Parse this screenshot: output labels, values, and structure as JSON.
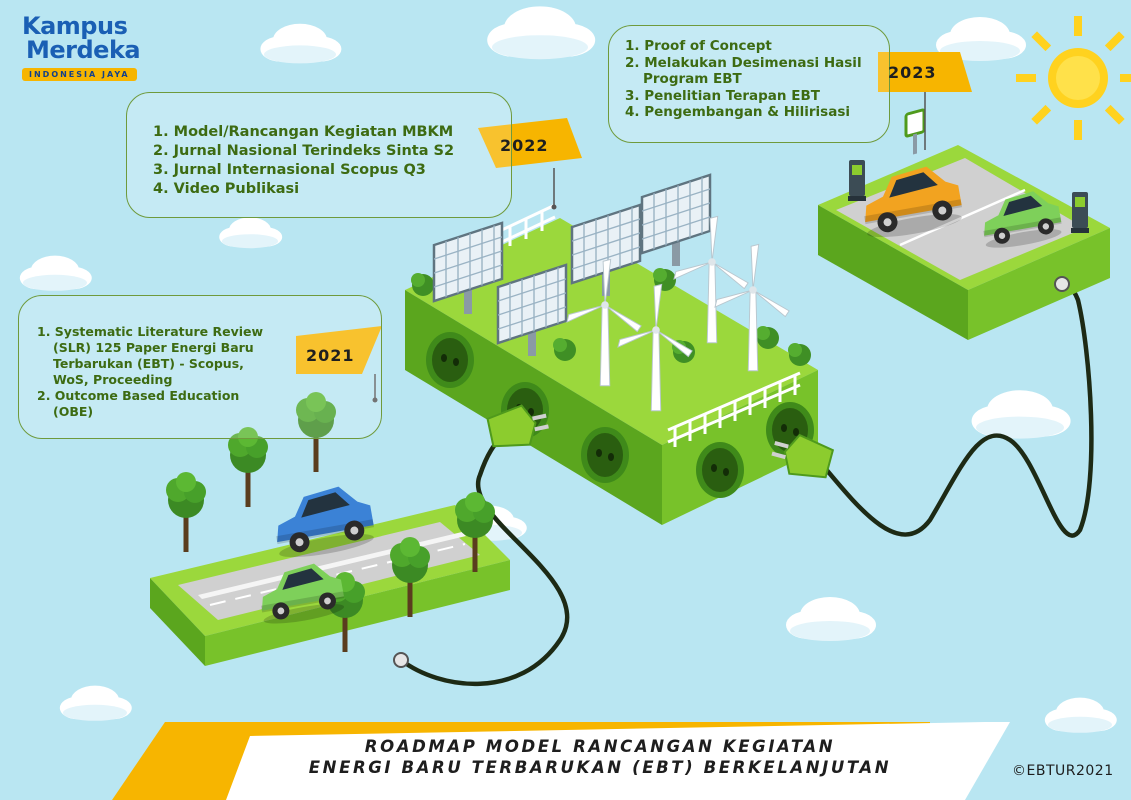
{
  "logo": {
    "line1": "Kampus",
    "line2": "Merdeka",
    "tagline": "INDONESIA JAYA"
  },
  "milestones": [
    {
      "year": "2021",
      "items": [
        "1. Systematic Literature Review",
        "(SLR) 125 Paper Energi Baru",
        "Terbarukan (EBT) - Scopus,",
        "WoS, Proceeding",
        "2. Outcome Based Education",
        "(OBE)"
      ]
    },
    {
      "year": "2022",
      "items": [
        "1. Model/Rancangan Kegiatan MBKM",
        "2. Jurnal Nasional Terindeks Sinta S2",
        "3. Jurnal Internasional Scopus Q3",
        "4. Video Publikasi"
      ]
    },
    {
      "year": "2023",
      "items": [
        "1. Proof of Concept",
        "2. Melakukan Desimenasi Hasil",
        "Program EBT",
        "3. Penelitian Terapan EBT",
        "4. Pengembangan & Hilirisasi"
      ]
    }
  ],
  "title": {
    "line1": "ROADMAP MODEL RANCANGAN KEGIATAN",
    "line2": "ENERGI BARU TERBARUKAN (EBT) BERKELANJUTAN"
  },
  "copyright": "©EBTUR2021",
  "colors": {
    "sky": "#b9e6f2",
    "grass": "#8ccc2e",
    "grass_dark": "#4f9a1c",
    "banner": "#f7b500",
    "text_green": "#3d6b12",
    "road": "#c9c9c9"
  },
  "icons": [
    "sun-icon",
    "solar-panel-icon",
    "wind-turbine-icon",
    "tree-icon",
    "car-icon",
    "plug-icon",
    "charging-station-icon",
    "cloud-icon"
  ]
}
